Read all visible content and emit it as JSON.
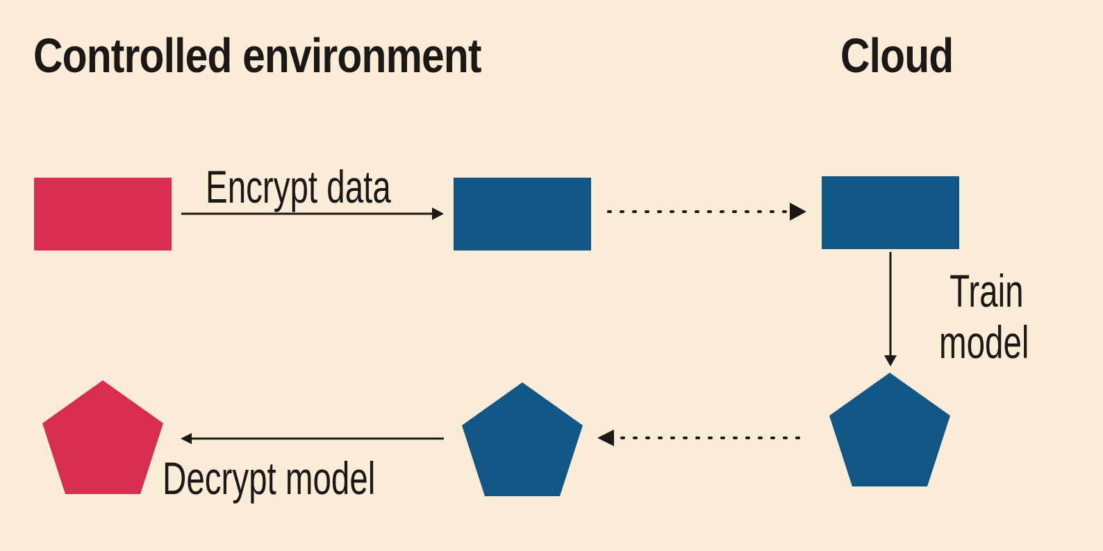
{
  "headings": {
    "left": "Controlled environment",
    "right": "Cloud"
  },
  "labels": {
    "encrypt": "Encrypt data",
    "decrypt": "Decrypt model",
    "train_line1": "Train",
    "train_line2": "model"
  },
  "colors": {
    "background": "#faecd7",
    "plain": "#d72d50",
    "encrypted": "#125685",
    "ink": "#1b1817"
  }
}
